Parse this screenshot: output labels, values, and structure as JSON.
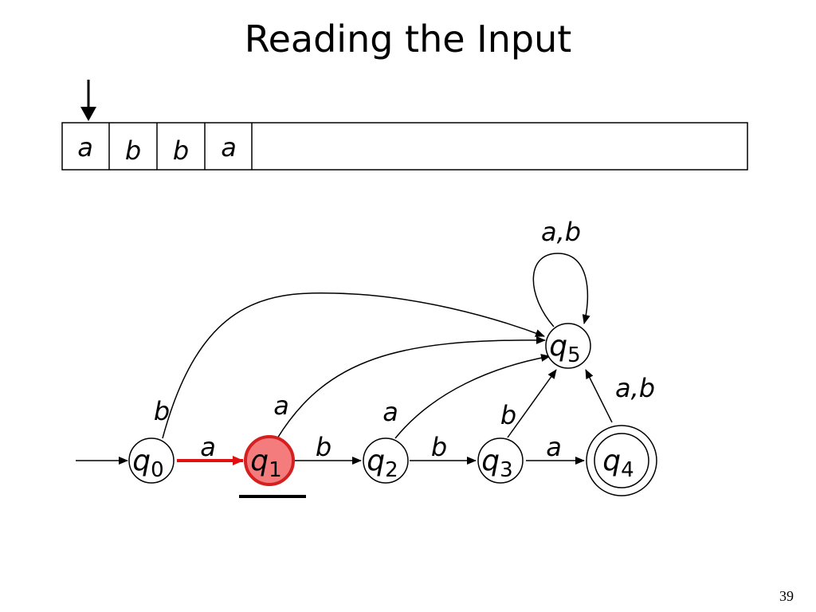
{
  "title": "Reading the Input",
  "page_number": "39",
  "tape": {
    "symbols": [
      "a",
      "b",
      "b",
      "a"
    ],
    "head_position": 0
  },
  "states": [
    {
      "id": "q0",
      "name": "q",
      "subscript": "0",
      "initial": true,
      "accepting": false,
      "current": false
    },
    {
      "id": "q1",
      "name": "q",
      "subscript": "1",
      "initial": false,
      "accepting": false,
      "current": true
    },
    {
      "id": "q2",
      "name": "q",
      "subscript": "2",
      "initial": false,
      "accepting": false,
      "current": false
    },
    {
      "id": "q3",
      "name": "q",
      "subscript": "3",
      "initial": false,
      "accepting": false,
      "current": false
    },
    {
      "id": "q4",
      "name": "q",
      "subscript": "4",
      "initial": false,
      "accepting": true,
      "current": false
    },
    {
      "id": "q5",
      "name": "q",
      "subscript": "5",
      "initial": false,
      "accepting": false,
      "current": false
    }
  ],
  "transitions": [
    {
      "from": "q0",
      "to": "q1",
      "label": "a",
      "active": true
    },
    {
      "from": "q1",
      "to": "q2",
      "label": "b",
      "active": false
    },
    {
      "from": "q2",
      "to": "q3",
      "label": "b",
      "active": false
    },
    {
      "from": "q3",
      "to": "q4",
      "label": "a",
      "active": false
    },
    {
      "from": "q0",
      "to": "q5",
      "label": "b",
      "active": false
    },
    {
      "from": "q1",
      "to": "q5",
      "label": "a",
      "active": false
    },
    {
      "from": "q2",
      "to": "q5",
      "label": "a",
      "active": false
    },
    {
      "from": "q3",
      "to": "q5",
      "label": "b",
      "active": false
    },
    {
      "from": "q4",
      "to": "q5",
      "label": "a,b",
      "active": false
    },
    {
      "from": "q5",
      "to": "q5",
      "label": "a,b",
      "active": false
    }
  ],
  "colors": {
    "active_state_fill": "#f47c7c",
    "active_state_stroke": "#d42020",
    "active_edge": "#e01010",
    "stroke": "#000000"
  }
}
